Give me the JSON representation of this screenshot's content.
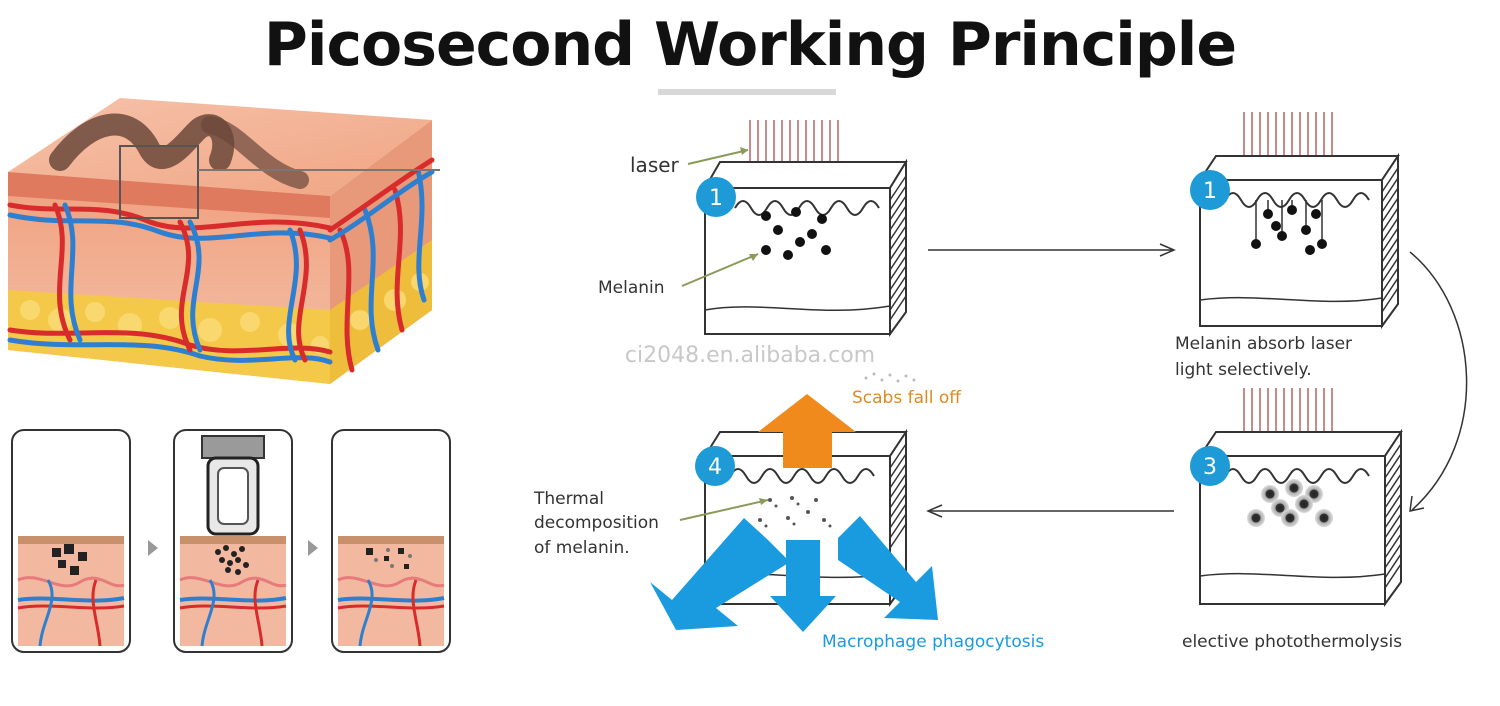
{
  "title": "Picosecond Working Principle",
  "watermark": "ci2048.en.alibaba.com",
  "labels": {
    "laser": "laser",
    "melanin": "Melanin",
    "absorb_line1": "Melanin absorb laser",
    "absorb_line2": "light selectively.",
    "scabs": "Scabs fall off",
    "thermal_line1": "Thermal",
    "thermal_line2": "decomposition",
    "thermal_line3": "of melanin.",
    "macrophage": "Macrophage phagocytosis",
    "photothermolysis": "elective photothermolysis"
  },
  "steps": {
    "step1a": "1",
    "step1b": "1",
    "step3": "3",
    "step4": "4"
  },
  "colors": {
    "step_badge": "#1e9ad6",
    "scabs_text": "#e08a1e",
    "up_arrow": "#f08a1c",
    "blue_arrows": "#1a9be0",
    "macrophage_text": "#1a9be0",
    "laser_lines": "#c98a8a",
    "skin_top": "#f2b7a0",
    "fat": "#f4c94a",
    "vein": "#2f7fd0",
    "artery": "#d82c2c"
  }
}
